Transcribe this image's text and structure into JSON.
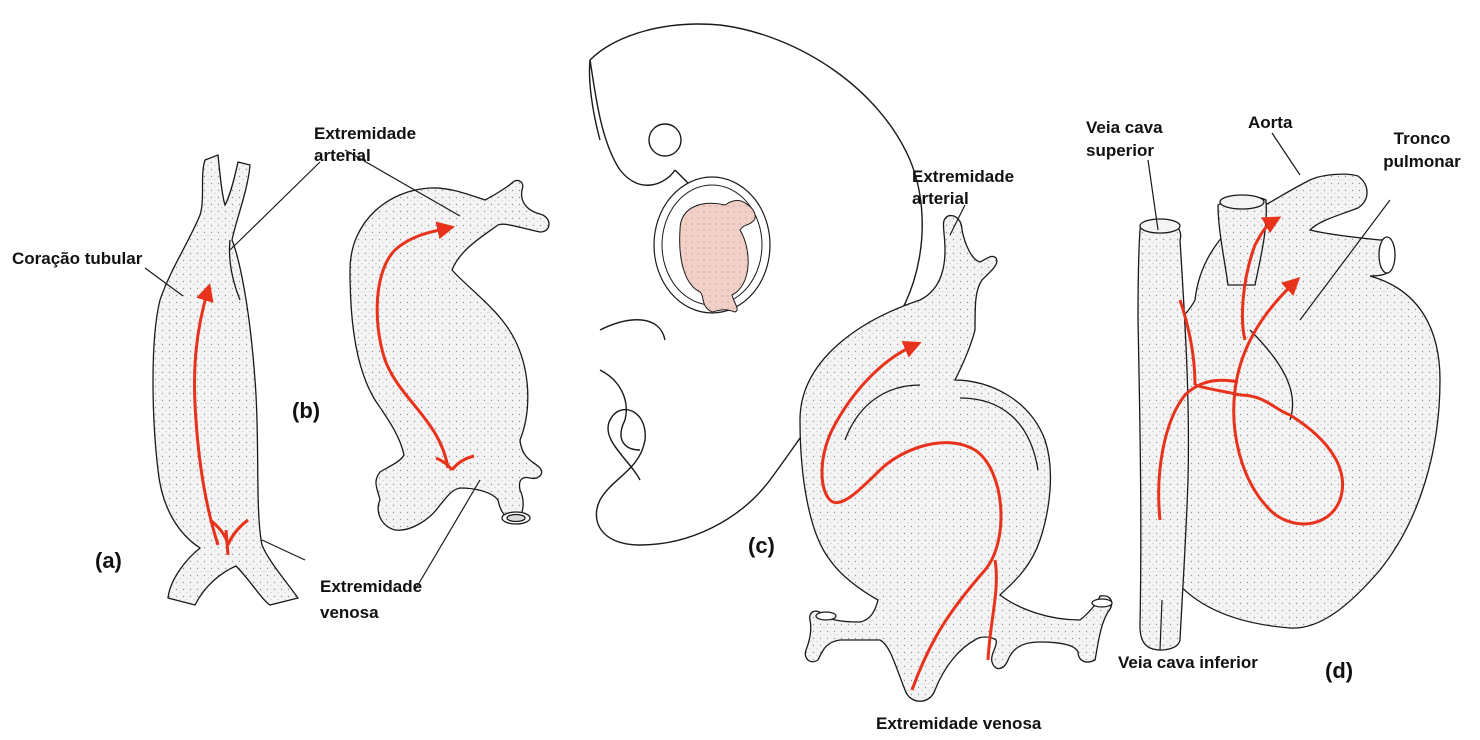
{
  "labels": {
    "coracao_tubular": "Coração tubular",
    "extremidade_arterial_b_1": "Extremidade",
    "extremidade_arterial_b_2": "arterial",
    "extremidade_arterial_c_1": "Extremidade",
    "extremidade_arterial_c_2": "arterial",
    "extremidade_venosa_ab_1": "Extremidade",
    "extremidade_venosa_ab_2": "venosa",
    "extremidade_venosa_c": "Extremidade venosa",
    "veia_cava_superior_1": "Veia cava",
    "veia_cava_superior_2": "superior",
    "aorta": "Aorta",
    "tronco_pulmonar_1": "Tronco",
    "tronco_pulmonar_2": "pulmonar",
    "veia_cava_inferior": "Veia cava inferior",
    "panel_a": "(a)",
    "panel_b": "(b)",
    "panel_c": "(c)",
    "panel_d": "(d)"
  },
  "colors": {
    "flow_arrow": "#e8321c",
    "outline": "#1a1a1a",
    "embryo_heart": "#f0c8c0"
  }
}
